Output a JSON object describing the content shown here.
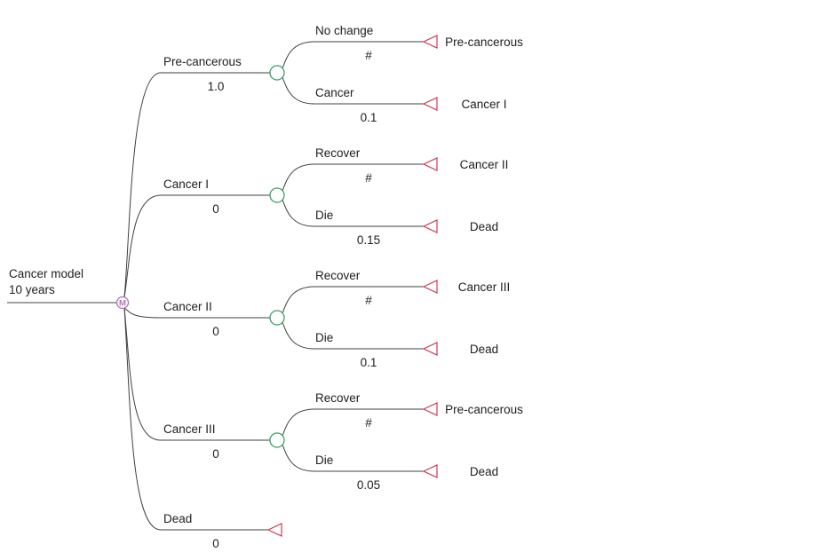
{
  "colors": {
    "line": "#404040",
    "text": "#202020",
    "markov_node": "#BA6EBE",
    "chance_node": "#3C9E6A",
    "terminal_node": "#CD3C55",
    "background": "#FFFFFF"
  },
  "tree": {
    "root": {
      "name_line1": "Cancer model",
      "name_line2": "10 years",
      "node_type": "markov",
      "node_symbol": "M"
    },
    "branches": [
      {
        "name": "Pre-cancerous",
        "prob": "1.0",
        "node_type": "chance",
        "children": [
          {
            "name": "No change",
            "prob": "#",
            "node_type": "terminal",
            "terminal_label": "Pre-cancerous"
          },
          {
            "name": "Cancer",
            "prob": "0.1",
            "node_type": "terminal",
            "terminal_label": "Cancer I"
          }
        ]
      },
      {
        "name": "Cancer I",
        "prob": "0",
        "node_type": "chance",
        "children": [
          {
            "name": "Recover",
            "prob": "#",
            "node_type": "terminal",
            "terminal_label": "Cancer II"
          },
          {
            "name": "Die",
            "prob": "0.15",
            "node_type": "terminal",
            "terminal_label": "Dead"
          }
        ]
      },
      {
        "name": "Cancer II",
        "prob": "0",
        "node_type": "chance",
        "children": [
          {
            "name": "Recover",
            "prob": "#",
            "node_type": "terminal",
            "terminal_label": "Cancer III"
          },
          {
            "name": "Die",
            "prob": "0.1",
            "node_type": "terminal",
            "terminal_label": "Dead"
          }
        ]
      },
      {
        "name": "Cancer III",
        "prob": "0",
        "node_type": "chance",
        "children": [
          {
            "name": "Recover",
            "prob": "#",
            "node_type": "terminal",
            "terminal_label": "Pre-cancerous"
          },
          {
            "name": "Die",
            "prob": "0.05",
            "node_type": "terminal",
            "terminal_label": "Dead"
          }
        ]
      },
      {
        "name": "Dead",
        "prob": "0",
        "node_type": "terminal",
        "terminal_label": ""
      }
    ]
  }
}
